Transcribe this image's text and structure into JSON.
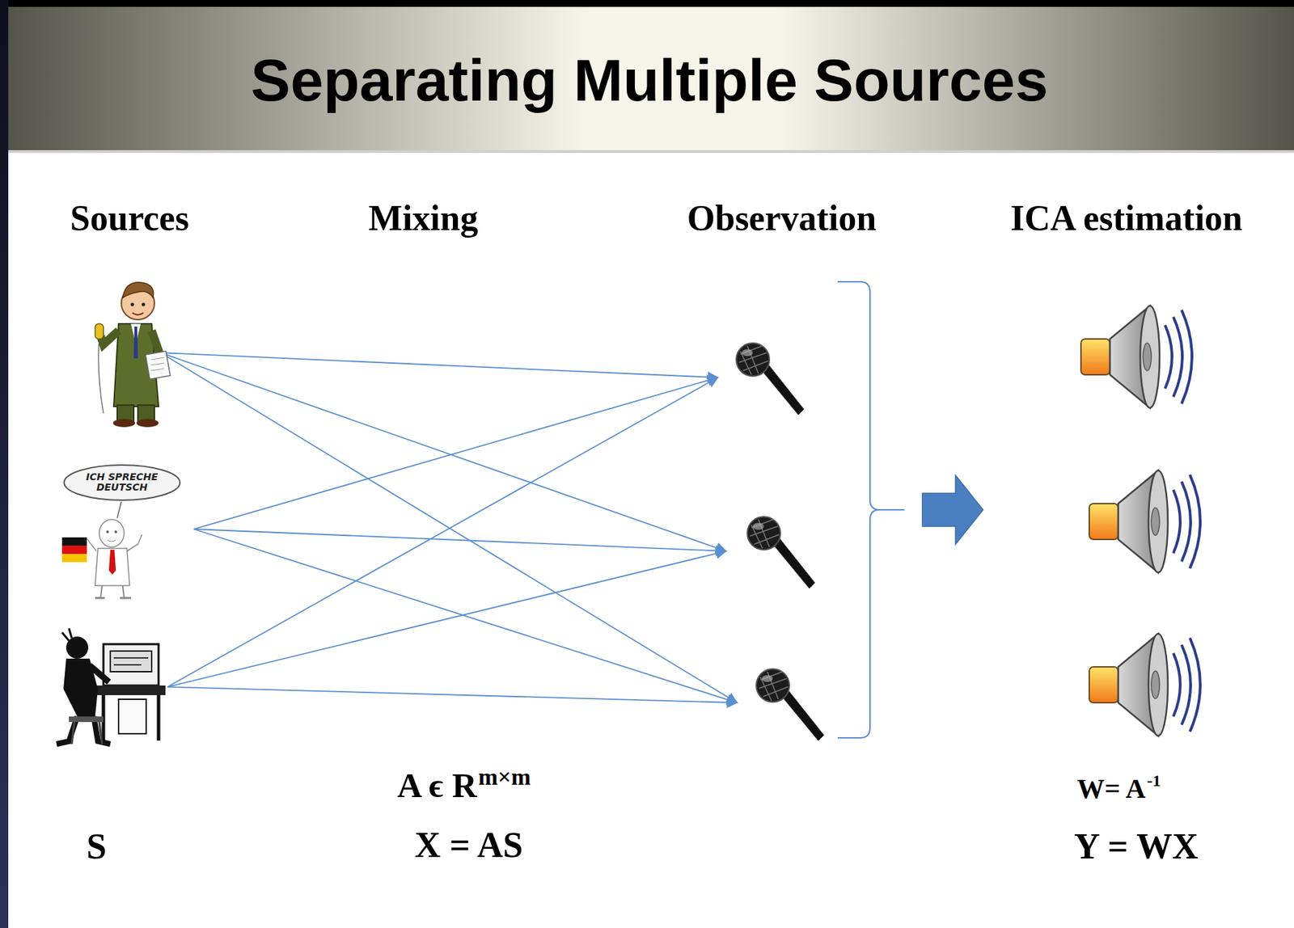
{
  "diagram": {
    "title": "Separating Multiple Sources",
    "nodes": [
      {
        "text": [
          "ICH SPRECHE DEUTSCH"
        ]
      }
    ],
    "labels": [
      "Sources",
      "Mixing",
      "Observation",
      "ICA estimation",
      "A ϵ R",
      "m×m",
      "W= A",
      "-1",
      "S",
      "X = AS",
      "Y = WX"
    ]
  }
}
